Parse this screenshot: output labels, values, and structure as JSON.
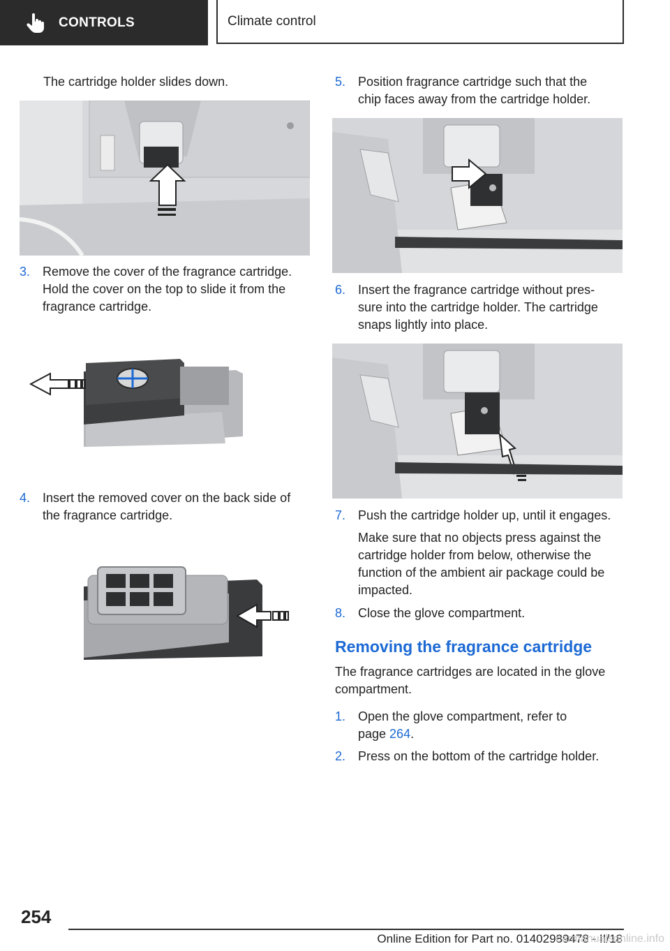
{
  "header": {
    "chapter": "CONTROLS",
    "section": "Climate control"
  },
  "left": {
    "intro": "The cartridge holder slides down.",
    "steps": [
      {
        "num": "3.",
        "lines": [
          "Remove the cover of the fragrance cartridge.",
          "Hold the cover on the top to slide it from the",
          "fragrance cartridge."
        ]
      },
      {
        "num": "4.",
        "lines": [
          "Insert the removed cover on the back side of",
          "the fragrance cartridge."
        ]
      }
    ]
  },
  "right": {
    "steps": [
      {
        "num": "5.",
        "lines": [
          "Position fragrance cartridge such that the",
          "chip faces away from the cartridge holder."
        ]
      },
      {
        "num": "6.",
        "lines": [
          "Insert the fragrance cartridge without pres‐",
          "sure into the cartridge holder. The cartridge",
          "snaps lightly into place."
        ]
      },
      {
        "num": "7.",
        "lines": [
          "Push the cartridge holder up, until it engages."
        ]
      },
      {
        "num": "8.",
        "lines": [
          "Close the glove compartment."
        ]
      }
    ],
    "note": [
      "Make sure that no objects press against the",
      "cartridge holder from below, otherwise the",
      "function of the ambient air package could be",
      "impacted."
    ],
    "section_title": "Removing the fragrance cartridge",
    "section_intro": [
      "The fragrance cartridges are located in the glove",
      "compartment."
    ],
    "removal_steps": [
      {
        "num": "1.",
        "line1": "Open the glove compartment, refer to",
        "line2_prefix": "page ",
        "page_link": "264",
        "line2_suffix": "."
      },
      {
        "num": "2.",
        "line1": "Press on the bottom of the cartridge holder."
      }
    ]
  },
  "footer": {
    "page_number": "254",
    "edition": "Online Edition for Part no. 01402989478 - II/18",
    "watermark": "carmanualsonline.info"
  },
  "colors": {
    "accent": "#1c69d4",
    "header_dark": "#2b2b2b"
  }
}
